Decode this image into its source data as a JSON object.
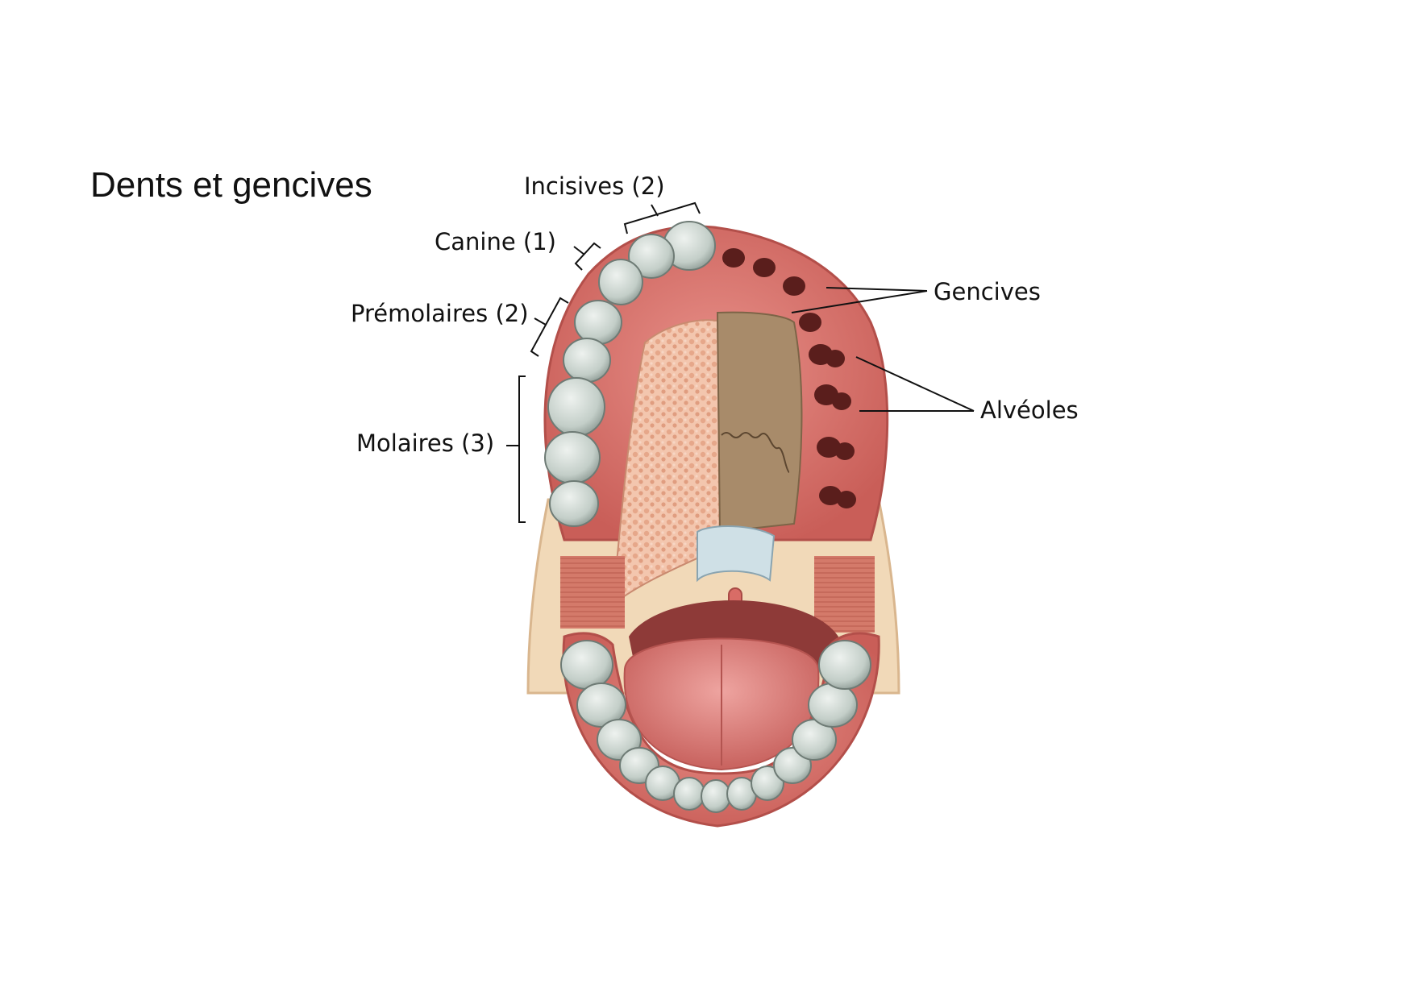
{
  "title": "Dents et gencives",
  "labels": {
    "incisives": "Incisives (2)",
    "canine": "Canine (1)",
    "premolaires": "Prémolaires (2)",
    "molaires": "Molaires (3)",
    "gencives": "Gencives",
    "alveoles": "Alvéoles"
  },
  "colors": {
    "gum": "#d9766f",
    "gum_dark": "#b9524d",
    "tooth": "#c9d2cc",
    "tooth_shadow": "#8f9c96",
    "bone_spongy": "#eab49a",
    "bone_brown": "#a88b6a",
    "alveole": "#5a1e1c",
    "tongue": "#d97b78",
    "skin": "#f1d9b8"
  }
}
